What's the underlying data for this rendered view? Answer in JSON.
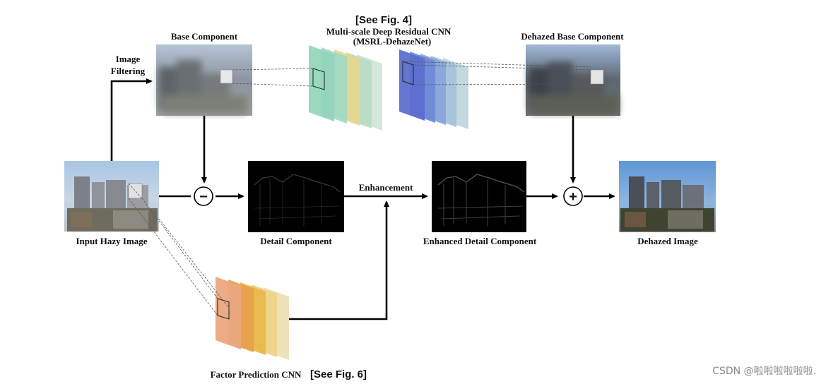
{
  "labels": {
    "base_component": "Base Component",
    "see_fig4": "[See Fig. 4]",
    "cnn_title": "Multi-scale Deep Residual CNN",
    "cnn_name": "(MSRL-DehazeNet)",
    "dehazed_base": "Dehazed Base Component",
    "image_filtering_1": "Image",
    "image_filtering_2": "Filtering",
    "input_hazy": "Input Hazy Image",
    "detail_component": "Detail Component",
    "enhancement": "Enhancement",
    "enhanced_detail": "Enhanced Detail Component",
    "dehazed_image": "Dehazed Image",
    "factor_cnn": "Factor Prediction CNN",
    "see_fig6": "[See Fig. 6]",
    "minus": "−",
    "plus": "+"
  },
  "watermark": "CSDN @啦啦啦啦啦啦.",
  "colors": {
    "cnn_top_layers": [
      "#8fd4b8",
      "#9ed8c6",
      "#e9d58a",
      "#b8dcc4",
      "#cfe6d6"
    ],
    "cnn_dehaze_layers": [
      "#5d6fcf",
      "#6f8ad6",
      "#88a6d8",
      "#a6c2db",
      "#c0d6dd"
    ],
    "factor_layers": [
      "#e9a67f",
      "#e8a04c",
      "#e8b84a",
      "#efd38a",
      "#ece0b4"
    ]
  }
}
